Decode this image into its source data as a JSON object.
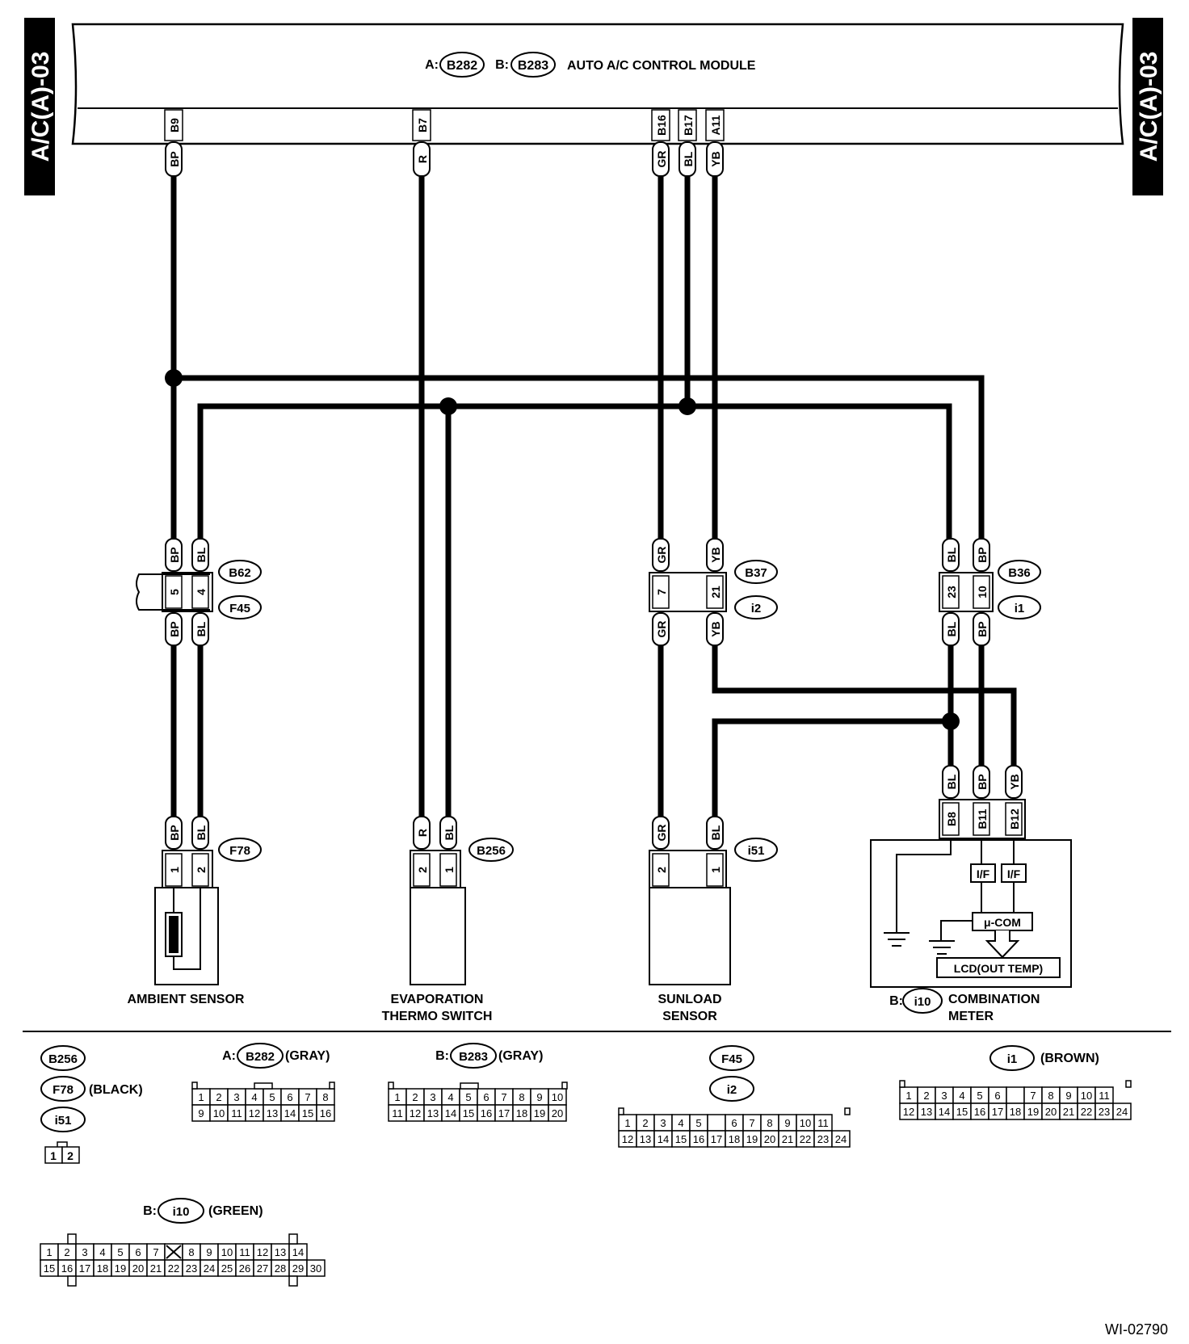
{
  "page": {
    "side_label": "A/C(A)-03",
    "figure_id": "WI-02790"
  },
  "module": {
    "title": "AUTO A/C CONTROL MODULE",
    "prefix_a": "A:",
    "prefix_b": "B:",
    "conn_a": "B282",
    "conn_b": "B283",
    "pins": [
      "B9",
      "B7",
      "B16",
      "B17",
      "A11"
    ],
    "colors": [
      "BP",
      "R",
      "GR",
      "BL",
      "YB"
    ]
  },
  "junctions": [
    {
      "top": "B62",
      "bottom": "F45",
      "pins": [
        "5",
        "4"
      ],
      "colors": [
        "BP",
        "BL"
      ]
    },
    {
      "top": "B37",
      "bottom": "i2",
      "pins": [
        "7",
        "21"
      ],
      "colors": [
        "GR",
        "YB"
      ]
    },
    {
      "top": "B36",
      "bottom": "i1",
      "pins": [
        "23",
        "10"
      ],
      "colors": [
        "BL",
        "BP"
      ]
    }
  ],
  "components": [
    {
      "label": "AMBIENT SENSOR",
      "connector": "F78",
      "pins": [
        "1",
        "2"
      ],
      "colors": [
        "BP",
        "BL"
      ]
    },
    {
      "label": "EVAPORATION",
      "label2": "THERMO SWITCH",
      "connector": "B256",
      "pins": [
        "2",
        "1"
      ],
      "colors": [
        "R",
        "BL"
      ]
    },
    {
      "label": "SUNLOAD",
      "label2": "SENSOR",
      "connector": "i51",
      "pins": [
        "2",
        "1"
      ],
      "colors": [
        "GR",
        "BL"
      ]
    },
    {
      "label": "COMBINATION",
      "label2": "METER",
      "prefix": "B:",
      "connector": "i10",
      "pins": [
        "B8",
        "B11",
        "B12"
      ],
      "colors": [
        "BL",
        "BP",
        "YB"
      ],
      "blocks": {
        "if1": "I/F",
        "if2": "I/F",
        "mcu": "μ-COM",
        "lcd": "LCD(OUT TEMP)"
      }
    }
  ],
  "legend": {
    "small_connectors": [
      "B256",
      "F78",
      "i51"
    ],
    "f78_note": "(BLACK)",
    "small_pins": [
      "1",
      "2"
    ],
    "b282": {
      "prefix": "A:",
      "name": "B282",
      "color": "(GRAY)",
      "row1": [
        "1",
        "2",
        "3",
        "4",
        "5",
        "6",
        "7",
        "8"
      ],
      "row2": [
        "9",
        "10",
        "11",
        "12",
        "13",
        "14",
        "15",
        "16"
      ]
    },
    "b283": {
      "prefix": "B:",
      "name": "B283",
      "color": "(GRAY)",
      "row1": [
        "1",
        "2",
        "3",
        "4",
        "5",
        "6",
        "7",
        "8",
        "9",
        "10"
      ],
      "row2": [
        "11",
        "12",
        "13",
        "14",
        "15",
        "16",
        "17",
        "18",
        "19",
        "20"
      ]
    },
    "f45_i2": {
      "names": [
        "F45",
        "i2"
      ],
      "row1": [
        "1",
        "2",
        "3",
        "4",
        "5",
        "",
        "6",
        "7",
        "8",
        "9",
        "10",
        "11"
      ],
      "row2": [
        "12",
        "13",
        "14",
        "15",
        "16",
        "17",
        "18",
        "19",
        "20",
        "21",
        "22",
        "23",
        "24"
      ]
    },
    "i1": {
      "name": "i1",
      "color": "(BROWN)",
      "row1": [
        "1",
        "2",
        "3",
        "4",
        "5",
        "6",
        "",
        "7",
        "8",
        "9",
        "10",
        "11"
      ],
      "row2": [
        "12",
        "13",
        "14",
        "15",
        "16",
        "17",
        "18",
        "19",
        "20",
        "21",
        "22",
        "23",
        "24"
      ]
    },
    "i10": {
      "prefix": "B:",
      "name": "i10",
      "color": "(GREEN)",
      "row1": [
        "1",
        "2",
        "3",
        "4",
        "5",
        "6",
        "7",
        "X",
        "8",
        "9",
        "10",
        "11",
        "12",
        "13",
        "14"
      ],
      "row2": [
        "15",
        "16",
        "17",
        "18",
        "19",
        "20",
        "21",
        "22",
        "23",
        "24",
        "25",
        "26",
        "27",
        "28",
        "29",
        "30"
      ]
    }
  }
}
